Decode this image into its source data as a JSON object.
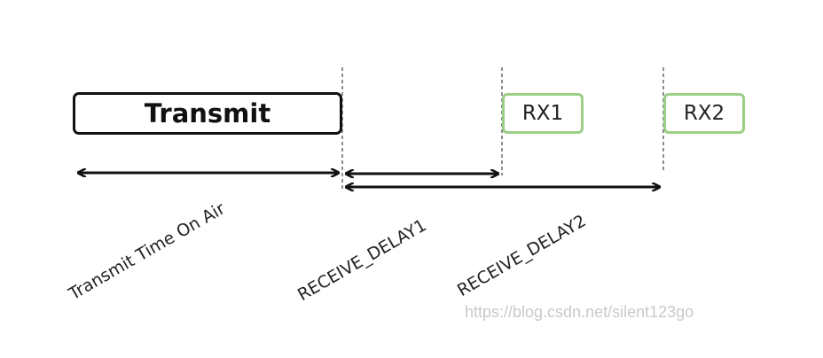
{
  "diagram": {
    "title": "LoRaWAN receive windows timing",
    "transmit_box_label": "Transmit",
    "rx1_label": "RX1",
    "rx2_label": "RX2",
    "time_on_air_label": "Transmit Time On Air",
    "receive_delay1_label": "RECEIVE_DELAY1",
    "receive_delay2_label": "RECEIVE_DELAY2",
    "watermark": "https://blog.csdn.net/silent123go"
  },
  "colors": {
    "stroke": "#111111",
    "rx_border": "#9bcf86",
    "text": "#222222",
    "watermark": "#c9c9c9"
  }
}
